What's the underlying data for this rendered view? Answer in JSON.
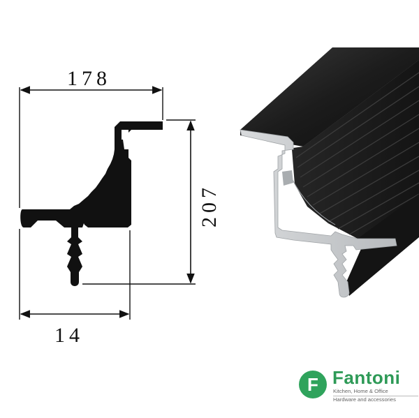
{
  "dimensions": {
    "top_width": "178",
    "height": "207",
    "base_width": "14"
  },
  "brand": {
    "initial": "F",
    "name": "Fantoni",
    "tagline_1": "Kitchen, Home & Office",
    "tagline_2": "Hardware and accessories",
    "color": "#2fa35c"
  },
  "colors": {
    "profile_black": "#111111",
    "aluminum": "#c9ccce",
    "dark_surface": "#1e1e1e"
  }
}
